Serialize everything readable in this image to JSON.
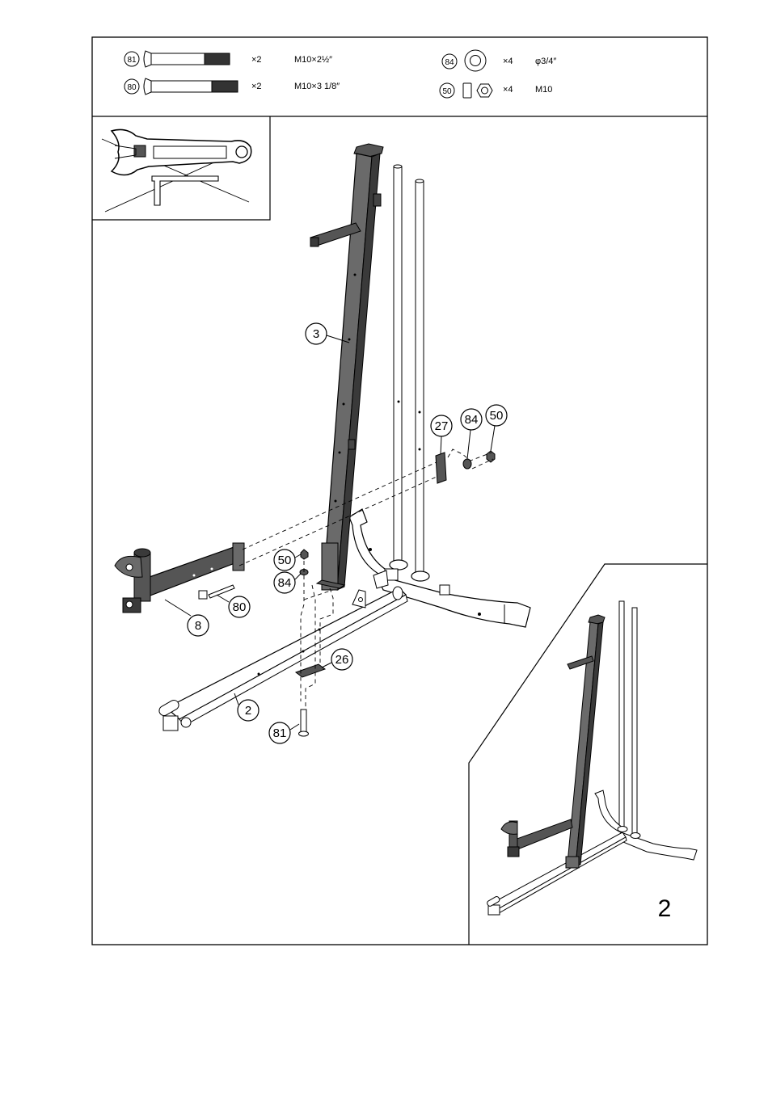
{
  "hardware": [
    {
      "part": "81",
      "qty": "×2",
      "spec": "M10×2½″"
    },
    {
      "part": "80",
      "qty": "×2",
      "spec": "M10×3 1/8″"
    },
    {
      "part": "84",
      "qty": "×4",
      "spec": "φ3/4″"
    },
    {
      "part": "50",
      "qty": "×4",
      "spec": "M10"
    }
  ],
  "callouts": {
    "p3": "3",
    "p27": "27",
    "p84a": "84",
    "p50a": "50",
    "p50b": "50",
    "p84b": "84",
    "p80": "80",
    "p8": "8",
    "p26": "26",
    "p2": "2",
    "p81": "81"
  },
  "step_number": "2",
  "colors": {
    "frame": "#000000",
    "upright": "#555555",
    "rod": "#ffffff",
    "background": "#ffffff"
  },
  "icons": [
    "wrench-icon",
    "allen-key-icon"
  ]
}
